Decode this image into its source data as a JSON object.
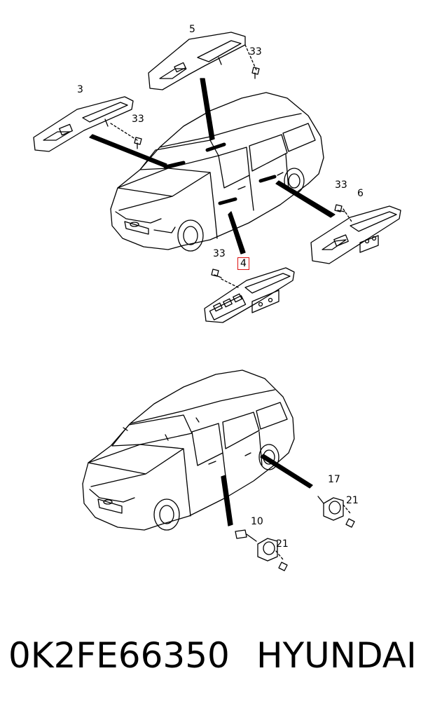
{
  "callouts": {
    "c5": "5",
    "c33a": "33",
    "c3": "3",
    "c33b": "33",
    "c33c": "33",
    "c6": "6",
    "c33d": "33",
    "c4": "4",
    "c17": "17",
    "c21a": "21",
    "c10": "10",
    "c21b": "21"
  },
  "footer": {
    "part_number": "0K2FE66350",
    "brand": "HYUNDAI"
  },
  "colors": {
    "line": "#000000",
    "highlight": "#dd1111",
    "background": "#ffffff"
  }
}
